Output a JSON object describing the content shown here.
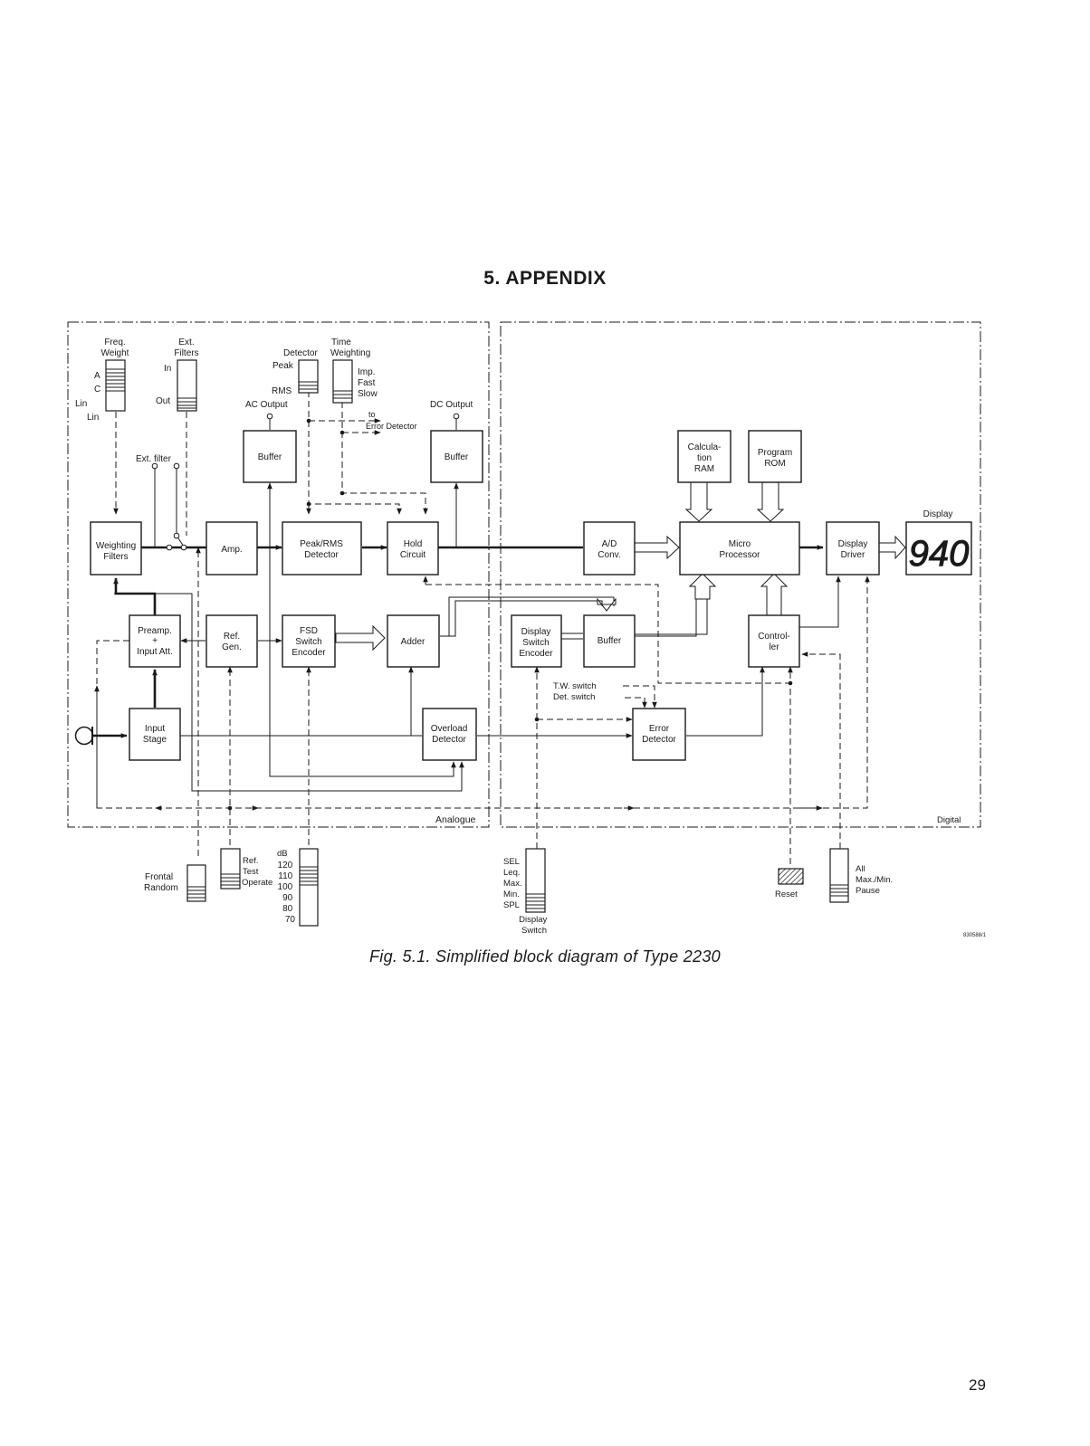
{
  "heading": "5.   APPENDIX",
  "caption": "Fig. 5.1. Simplified block diagram of Type 2230",
  "page_number": "29",
  "drawing_ref": "830588/1",
  "regions": {
    "analogue": "Analogue",
    "digital": "Digital"
  },
  "blocks": {
    "weighting_filters": [
      "Weighting",
      "Filters"
    ],
    "amp": [
      "Amp."
    ],
    "peak_rms_detector": [
      "Peak/RMS",
      "Detector"
    ],
    "hold_circuit": [
      "Hold",
      "Circuit"
    ],
    "buffer_ac": [
      "Buffer"
    ],
    "buffer_dc": [
      "Buffer"
    ],
    "preamp": [
      "Preamp.",
      "+",
      "Input Att."
    ],
    "ref_gen": [
      "Ref.",
      "Gen."
    ],
    "fsd_switch_encoder": [
      "FSD",
      "Switch",
      "Encoder"
    ],
    "adder": [
      "Adder"
    ],
    "input_stage": [
      "Input",
      "Stage"
    ],
    "overload_detector": [
      "Overload",
      "Detector"
    ],
    "ad_conv": [
      "A/D",
      "Conv."
    ],
    "calculation_ram": [
      "Calcula-",
      "tion",
      "RAM"
    ],
    "program_rom": [
      "Program",
      "ROM"
    ],
    "micro_processor": [
      "Micro",
      "Processor"
    ],
    "display_driver": [
      "Display",
      "Driver"
    ],
    "display_switch_encoder": [
      "Display",
      "Switch",
      "Encoder"
    ],
    "buffer_digital": [
      "Buffer"
    ],
    "controller": [
      "Control-",
      "ler"
    ],
    "error_detector": [
      "Error",
      "Detector"
    ]
  },
  "display": {
    "label": "Display",
    "digits": "940"
  },
  "labels": {
    "freq_weight": [
      "Freq.",
      "Weight"
    ],
    "freq_opt_a": "A",
    "freq_opt_c": "C",
    "freq_opt_lin_sym": "Lin",
    "freq_opt_lin": "Lin",
    "ext_filters": [
      "Ext.",
      "Filters"
    ],
    "ext_in": "In",
    "ext_out": "Out",
    "detector": "Detector",
    "peak": "Peak",
    "rms": "RMS",
    "time_weighting": [
      "Time",
      "Weighting"
    ],
    "imp": "Imp.",
    "fast": "Fast",
    "slow": "Slow",
    "ac_output": "AC Output",
    "dc_output": "DC Output",
    "to": "to",
    "error_detector_note": "Error Detector",
    "ext_filter": "Ext. filter",
    "tw_switch": "T.W. switch",
    "det_switch": "Det. switch",
    "frontal": "Frontal",
    "random": "Random",
    "ref": "Ref.",
    "test": "Test",
    "operate": "Operate",
    "db": "dB",
    "db_scale": [
      "120",
      "110",
      "100",
      "90",
      "80",
      "70"
    ],
    "display_modes": [
      "SEL",
      "Leq.",
      "Max.",
      "Min.",
      "SPL"
    ],
    "display_switch": [
      "Display",
      "Switch"
    ],
    "reset": "Reset",
    "all": "All",
    "max_min": "Max./Min.",
    "pause": "Pause"
  }
}
